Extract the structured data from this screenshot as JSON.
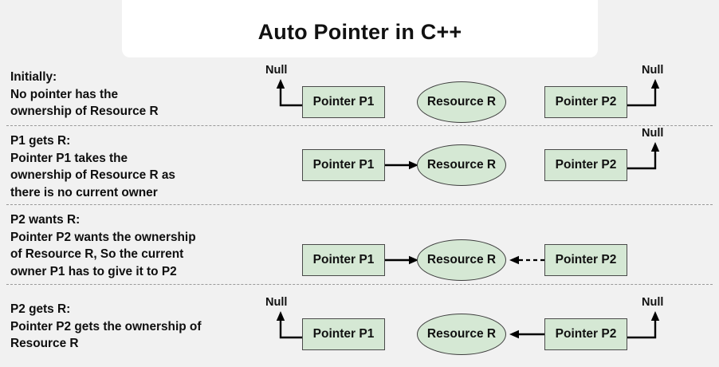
{
  "page": {
    "title": "Auto Pointer in C++",
    "background_color": "#f1f1f1",
    "card_color": "#ffffff",
    "node_fill_color": "#d5e8d4",
    "node_border_color": "#4a4a4a",
    "divider_color": "#9a9a9a",
    "line_color": "#000000"
  },
  "labels": {
    "pointer_p1": "Pointer P1",
    "pointer_p2": "Pointer P2",
    "resource_r": "Resource R",
    "null": "Null"
  },
  "rows": [
    {
      "id": "initially",
      "heading": "Initially:",
      "description": "No pointer has the\nownership of Resource R",
      "text": "Initially:\nNo pointer has the\nownership of Resource R",
      "p1_target": "Null",
      "p2_target": "Null",
      "p1_arrow_style": "none",
      "p2_arrow_style": "none",
      "p1_null": true,
      "p2_null": true
    },
    {
      "id": "p1-gets-r",
      "heading": "P1 gets R:",
      "description": "Pointer P1 takes the\nownership of Resource R as\nthere is no current owner",
      "text": "P1 gets R:\nPointer P1 takes the\nownership of Resource R as\nthere is no current owner",
      "p1_target": "Resource R",
      "p2_target": "Null",
      "p1_arrow_style": "solid",
      "p2_arrow_style": "none",
      "p1_null": false,
      "p2_null": true
    },
    {
      "id": "p2-wants-r",
      "heading": "P2 wants R:",
      "description": "Pointer P2 wants the ownership\nof Resource R, So the current\nowner P1 has to give it to P2",
      "text": "P2 wants R:\nPointer P2 wants the ownership\nof Resource R, So the current\nowner P1 has to give it to P2",
      "p1_target": "Resource R",
      "p2_target": "Resource R",
      "p1_arrow_style": "solid",
      "p2_arrow_style": "dashed",
      "p1_null": false,
      "p2_null": false
    },
    {
      "id": "p2-gets-r",
      "heading": "P2 gets R:",
      "description": "Pointer P2 gets the ownership of\nResource R",
      "text": "P2 gets R:\nPointer P2 gets the ownership of\nResource R",
      "p1_target": "Null",
      "p2_target": "Resource R",
      "p1_arrow_style": "none",
      "p2_arrow_style": "solid",
      "p1_null": true,
      "p2_null": true
    }
  ]
}
